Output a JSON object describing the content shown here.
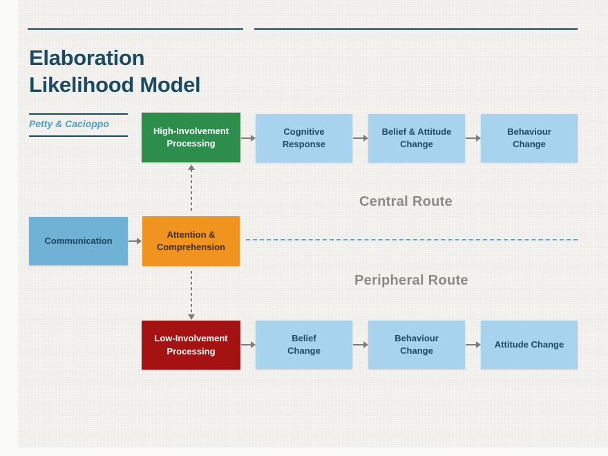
{
  "page": {
    "background": "#f1f0ed",
    "accent_navy": "#1b4b63",
    "route_divider_color": "#5aa7cb",
    "route_label_color": "#8a8a8a",
    "arrow_color": "#7c7c7c"
  },
  "header": {
    "title": "Elaboration\nLikelihood Model",
    "author": "Petty & Cacioppo"
  },
  "routes": {
    "central_label": "Central Route",
    "peripheral_label": "Peripheral Route"
  },
  "boxes": {
    "communication": {
      "label": "Communication",
      "color": "#70b2d6"
    },
    "attention_comprehension": {
      "label": "Attention &\nComprehension",
      "color": "#f0941f"
    },
    "high_involvement": {
      "label": "High-Involvement\nProcessing",
      "color": "#2d8e4b"
    },
    "cognitive_response": {
      "label": "Cognitive\nResponse",
      "color": "#a8d3ee"
    },
    "belief_attitude_change": {
      "label": "Belief & Attitude\nChange",
      "color": "#a8d3ee"
    },
    "behaviour_change_central": {
      "label": "Behaviour\nChange",
      "color": "#a8d3ee"
    },
    "low_involvement": {
      "label": "Low-Involvement\nProcessing",
      "color": "#a41212"
    },
    "belief_change": {
      "label": "Belief\nChange",
      "color": "#a8d3ee"
    },
    "behaviour_change_peripheral": {
      "label": "Behaviour\nChange",
      "color": "#a8d3ee"
    },
    "attitude_change": {
      "label": "Attitude Change",
      "color": "#a8d3ee"
    }
  }
}
